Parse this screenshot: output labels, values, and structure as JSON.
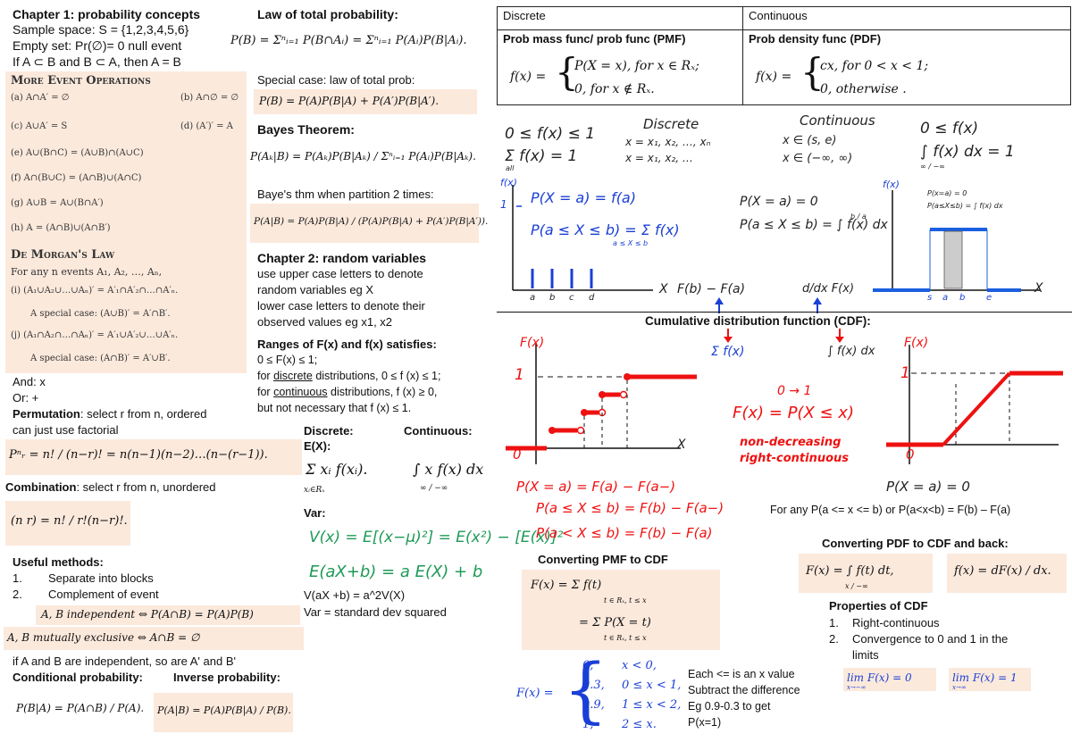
{
  "ch1": {
    "title": "Chapter 1: probability concepts",
    "sample_space": "Sample space: S = {1,2,3,4,5,6}",
    "empty_set": "Empty set: Pr(∅)= 0 null event",
    "subset": "If A ⊂ B and B ⊂ A, then A = B"
  },
  "ops": {
    "title": "More Event Operations",
    "a": "(a) A∩A′ = ∅",
    "b": "(b) A∩∅ = ∅",
    "c": "(c) A∪A′ = S",
    "d": "(d) (A′)′ = A",
    "e": "(e) A∪(B∩C) = (A∪B)∩(A∪C)",
    "f": "(f) A∩(B∪C) = (A∩B)∪(A∩C)",
    "g": "(g) A∪B = A∪(B∩A′)",
    "h": "(h) A = (A∩B)∪(A∩B′)"
  },
  "demorgan": {
    "title": "De Morgan's Law",
    "intro": "For any n events A₁, A₂, …, Aₙ,",
    "i": "(i) (A₁∪A₂∪…∪Aₙ)′ = A′₁∩A′₂∩…∩A′ₙ.",
    "i_special": "A special case: (A∪B)′ = A′∩B′.",
    "j": "(j) (A₁∩A₂∩…∩Aₙ)′ = A′₁∪A′₂∪…∪A′ₙ.",
    "j_special": "A special case: (A∩B)′ = A′∪B′."
  },
  "misc": {
    "and": "And: x",
    "or": "Or: +",
    "perm_label": "Permutation",
    "perm_text": ": select r from n, ordered",
    "perm_text2": "can just use factorial",
    "perm_formula": "Pⁿᵣ = n! / (n−r)! = n(n−1)(n−2)…(n−(r−1)).",
    "comb_label": "Combination",
    "comb_text": ": select r from n, unordered",
    "comb_formula": "(n r) = n! / r!(n−r)!.",
    "useful": "Useful methods:",
    "m1_n": "1.",
    "m1": "Separate into blocks",
    "m2_n": "2.",
    "m2": "Complement of event",
    "indep": "A, B independent ⇔ P(A∩B) = P(A)P(B)",
    "mutex": "A, B mutually exclusive ⇔ A∩B = ∅",
    "indep_note": "if A and B are independent, so are A' and B'",
    "cond_label": "Conditional probability:",
    "inverse_label": "Inverse probability:",
    "cond_formula": "P(B|A) = P(A∩B) / P(A).",
    "inverse_formula": "P(A|B) = P(A)P(B|A) / P(B)."
  },
  "mid": {
    "total_title": "Law of total probability:",
    "total_formula": "P(B) = Σⁿᵢ₌₁ P(B∩Aᵢ) = Σⁿᵢ₌₁ P(Aᵢ)P(B|Aᵢ).",
    "special": "Special case: law of total prob:",
    "special_formula": "P(B) = P(A)P(B|A) + P(A′)P(B|A′).",
    "bayes_title": "Bayes Theorem:",
    "bayes_formula": "P(Aₖ|B) = P(Aₖ)P(B|Aₖ) / Σⁿᵢ₌₁ P(Aᵢ)P(B|Aₖ).",
    "bayes2": "Baye's thm when partition 2 times:",
    "bayes2_formula": "P(A|B) = P(A)P(B|A) / (P(A)P(B|A) + P(A′)P(B|A′)).",
    "ch2_title": "Chapter 2: random variables",
    "ch2_l1": "use upper case letters to denote",
    "ch2_l2": "random variables eg X",
    "ch2_l3": "lower case letters to denote their",
    "ch2_l4": "observed values eg x1, x2",
    "ranges_title": "Ranges of F(x) and f(x) satisfies:",
    "r1": "0 ≤ F(x) ≤ 1;",
    "r2a": "for ",
    "r2u": "discrete",
    "r2b": " distributions, 0 ≤ f (x) ≤ 1;",
    "r3a": "for ",
    "r3u": "continuous",
    "r3b": " distributions, f (x) ≥ 0,",
    "r4": "but not necessary that f (x) ≤ 1.",
    "discrete": "Discrete:",
    "continuous": "Continuous:",
    "ex": "E(X):",
    "ex_disc": "Σ xᵢ f(xᵢ).",
    "ex_disc_sub": "xᵢ∈Rₓ",
    "ex_cont": "∫ x f(x) dx",
    "ex_cont_lim": "∞ / −∞",
    "var": "Var:",
    "var_hand": "V(x) = E[(x−μ)²] = E(x²) − [E(x)]²",
    "lin_hand": "E(aX+b) = a E(X) + b",
    "var_lin": "V(aX +b) = a^2V(X)",
    "var_sd": "Var = standard dev squared"
  },
  "table": {
    "h1": "Discrete",
    "h2": "Continuous",
    "pmf": "Prob mass func/ prob func (PMF)",
    "pdf": "Prob density func (PDF)",
    "pmf_f": "f(x) =",
    "pmf_l1": "P(X = x),    for x ∈ Rₓ;",
    "pmf_l2": "0,                for x ∉ Rₓ.",
    "pdf_f": "f(x) =",
    "pdf_l1": "cx,    for 0 < x < 1;",
    "pdf_l2": "0,      otherwise ."
  },
  "notes": {
    "d_range1": "0 ≤ f(x) ≤ 1",
    "d_range2": "Σ f(x) = 1",
    "d_range2_sub": "all",
    "disc_title": "Discrete",
    "disc_l1": "x = x₁, x₂, …, xₙ",
    "disc_l2": "x = x₁, x₂, …",
    "cont_title": "Continuous",
    "cont_l1": "x ∈ (s, e)",
    "cont_l2": "x ∈ (−∞, ∞)",
    "c_range1": "0 ≤ f(x)",
    "c_range2": "∫ f(x) dx = 1",
    "c_range2_lim": "∞ / −∞",
    "fx_label": "f(x)",
    "one": "1",
    "pxa_disc": "P(X = a) = f(a)",
    "pab_disc": "P(a ≤ X ≤ b) = Σ f(x)",
    "pab_disc_sub": "a ≤ X ≤ b",
    "pxa_cont": "P(X = a) = 0",
    "pab_cont": "P(a ≤ X ≤ b) = ∫ f(x) dx",
    "pab_cont_lim": "b / a",
    "ticks_disc": [
      "a",
      "b",
      "c",
      "d"
    ],
    "ticks_cont": [
      "s",
      "a",
      "b",
      "e"
    ],
    "x_label": "X",
    "mini1": "P(x=a) = 0",
    "mini2": "P(a≤X≤b) = ∫ f(x) dx",
    "diff_label": "F(b) − F(a)",
    "deriv_label": "d/dx F(x)",
    "cdf_title": "Cumulative distribution function (CDF):",
    "sum_arrow": "Σ f(x)",
    "int_arrow": "∫ f(x) dx",
    "Fx_label": "F(x)",
    "zero_one": "0 → 1",
    "Fx_def": "F(x) = P(X ≤ x)",
    "nondec": "non-decreasing",
    "rightcont": "right-continuous",
    "zero": "0",
    "h_eq1": "P(X = a) = F(a) − F(a−)",
    "h_eq2": "P(a ≤ X ≤ b) = F(b) − F(a−)",
    "h_eq3": "P(a < X ≤ b) = F(b) − F(a)",
    "h_eq4": "P(X = a) = 0",
    "anyp": "For any P(a <= x <= b) or P(a<x<b) = F(b) – F(a)",
    "conv_pmf": "Converting PMF to CDF",
    "pmf_cdf1": "F(x)  =   Σ f(t)",
    "pmf_cdf1_sub": "t ∈ Rₓ, t ≤ x",
    "pmf_cdf2": "=   Σ P(X = t)",
    "pmf_cdf2_sub": "t ∈ Rₓ, t ≤ x",
    "conv_pdf": "Converting PDF to CDF and back:",
    "pdf_cdf1": "F(x) = ∫ f(t) dt,",
    "pdf_cdf1_lim": "x / −∞",
    "pdf_cdf2": "f(x) = dF(x) / dx.",
    "props": "Properties of CDF",
    "p1_n": "1.",
    "p1": "Right-continuous",
    "p2_n": "2.",
    "p2": "Convergence to 0 and 1 in the",
    "p2b": "limits",
    "lim0": "lim F(x) = 0",
    "lim0_sub": "x→−∞",
    "lim1": "lim F(x) = 1",
    "lim1_sub": "x→∞",
    "piece_f": "F(x) =",
    "piece": [
      [
        "0,",
        "x < 0,"
      ],
      [
        "0.3,",
        "0 ≤ x < 1,"
      ],
      [
        "0.9,",
        "1 ≤ x < 2,"
      ],
      [
        "1,",
        "2 ≤ x."
      ]
    ],
    "ex_l1": "Each <= is an x value",
    "ex_l2": "Subtract the difference",
    "ex_l3": "Eg 0.9-0.3 to get",
    "ex_l4": "P(x=1)"
  }
}
